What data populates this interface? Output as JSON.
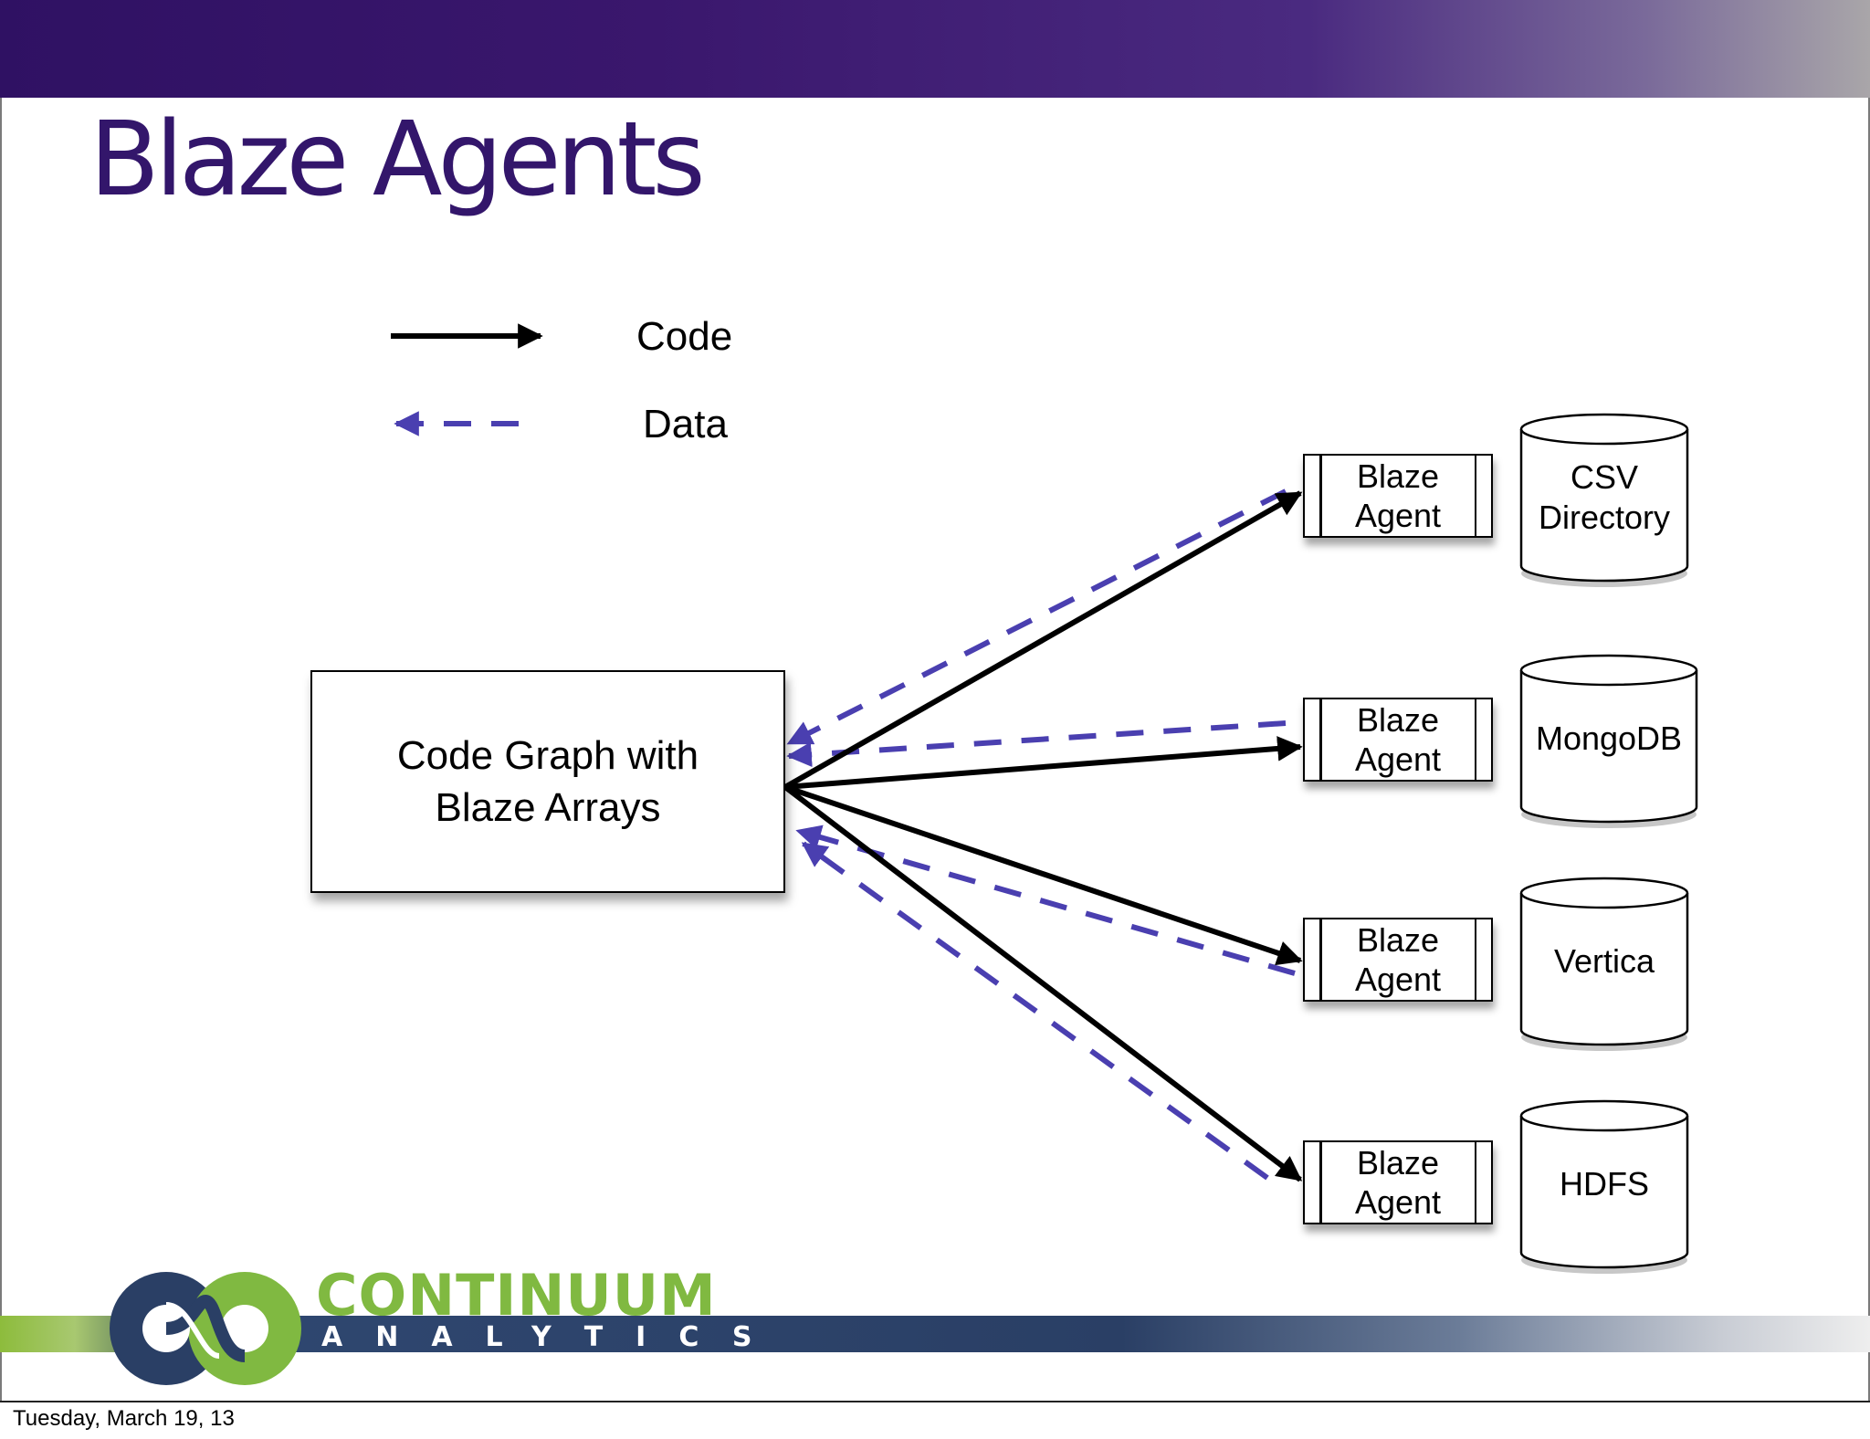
{
  "slide": {
    "title": "Blaze Agents",
    "footer_date": "Tuesday, March 19, 13"
  },
  "legend": {
    "code_label": "Code",
    "data_label": "Data"
  },
  "main_node": {
    "label": "Code Graph with Blaze Arrays"
  },
  "agents": [
    {
      "label": "Blaze Agent",
      "source": "CSV Directory"
    },
    {
      "label": "Blaze Agent",
      "source": "MongoDB"
    },
    {
      "label": "Blaze Agent",
      "source": "Vertica"
    },
    {
      "label": "Blaze Agent",
      "source": "HDFS"
    }
  ],
  "brand": {
    "name": "CONTINUUM",
    "sub": "ANALYTICS"
  },
  "colors": {
    "title": "#33166b",
    "code_arrow": "#000000",
    "data_arrow": "#4a3fb0",
    "brand_green": "#80b941",
    "brand_navy": "#2a3f65"
  }
}
